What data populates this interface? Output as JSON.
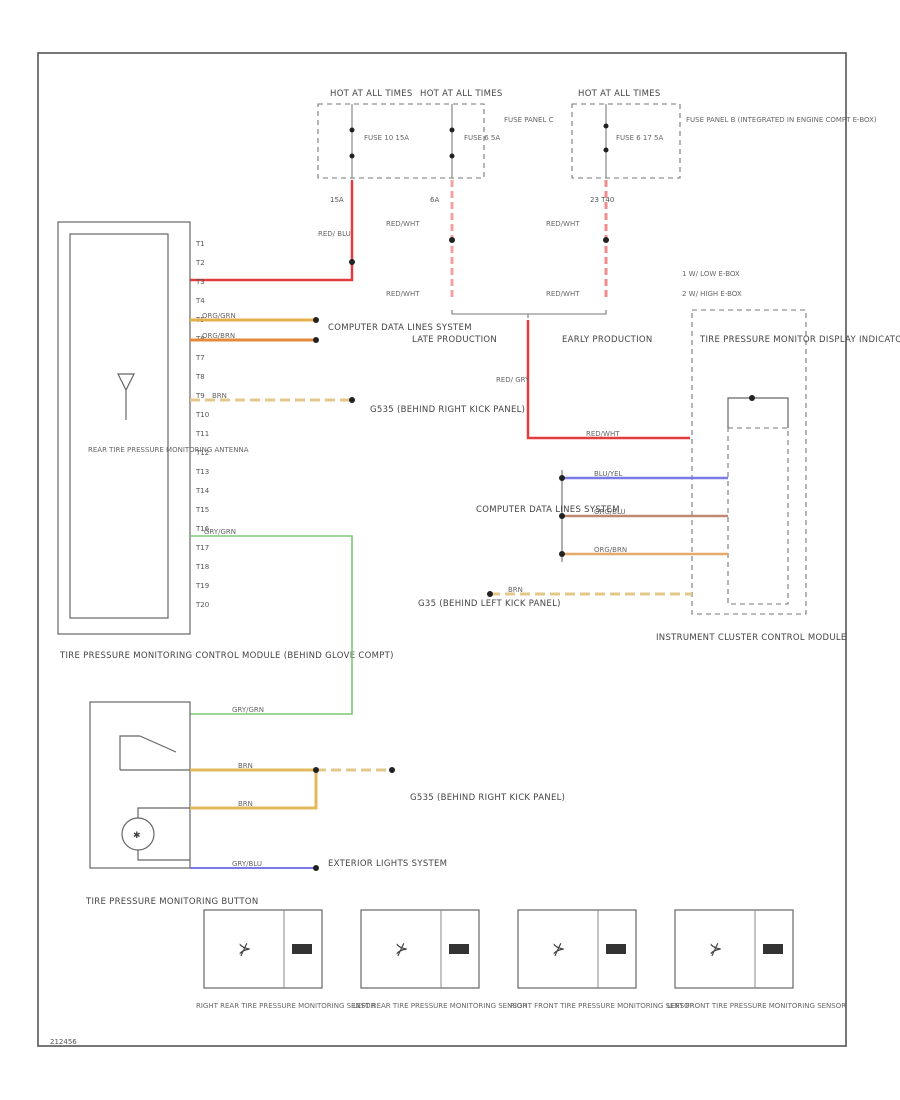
{
  "diagram": {
    "footer_code": "212456",
    "fuses": [
      {
        "hot": "HOT AT ALL TIMES",
        "label": "FUSE 10 15A",
        "pin": "15A"
      },
      {
        "hot": "HOT AT ALL TIMES",
        "label": "FUSE 6 5A",
        "pin": "6A"
      },
      {
        "hot": "HOT AT ALL TIMES",
        "label": "FUSE 6 17 5A",
        "pin": "23 T40"
      }
    ],
    "fuse_panel_c": "FUSE PANEL C",
    "fuse_panel_b": "FUSE PANEL B (INTEGRATED IN ENGINE COMPT E-BOX)",
    "wires": {
      "red_blu": "RED/ BLU",
      "red_wht": "RED/WHT",
      "red_wht_short": "RED/WHT",
      "red_gry": "RED/ GRY",
      "red_blu_run": "RED/BLU",
      "org_grn": "ORG/GRN",
      "org_brn": "ORG/BRN",
      "brn": "BRN",
      "gry_grn": "GRY/GRN",
      "blu_yel": "BLU/YEL",
      "org_blu": "ORG/BLU",
      "gry_blu": "GRY/BLU"
    },
    "notes": {
      "note1": "1  W/ LOW E-BOX",
      "note2": "2  W/ HIGH E-BOX"
    },
    "late_production": "LATE PRODUCTION",
    "early_production": "EARLY PRODUCTION",
    "computer_data_lines_1": "COMPUTER DATA LINES SYSTEM",
    "computer_data_lines_2": "COMPUTER DATA LINES SYSTEM",
    "ground_g535": "G535 (BEHIND RIGHT KICK PANEL)",
    "ground_g535_b": "G535 (BEHIND RIGHT KICK PANEL)",
    "ground_g35": "G35 (BEHIND LEFT KICK PANEL)",
    "exterior_lights": "EXTERIOR LIGHTS SYSTEM",
    "rear_antenna": "REAR TIRE PRESSURE MONITORING ANTENNA",
    "control_module": "TIRE PRESSURE MONITORING CONTROL MODULE (BEHIND GLOVE COMPT)",
    "display_lamp": "TIRE PRESSURE MONITOR DISPLAY INDICATOR LAMP",
    "instrument_cluster": "INSTRUMENT CLUSTER CONTROL MODULE",
    "button": "TIRE PRESSURE MONITORING BUTTON",
    "module_pins": [
      "T1",
      "T2",
      "T3",
      "T4",
      "T5",
      "T6",
      "T7",
      "T8",
      "T9",
      "T10",
      "T11",
      "T12",
      "T13",
      "T14",
      "T15",
      "T16",
      "T17",
      "T18",
      "T19",
      "T20"
    ],
    "sensors": [
      "RIGHT REAR TIRE PRESSURE MONITORING SENSOR",
      "LEFT REAR TIRE PRESSURE MONITORING SENSOR",
      "RIGHT FRONT TIRE PRESSURE MONITORING SENSOR",
      "LEFT FRONT TIRE PRESSURE MONITORING SENSOR"
    ]
  }
}
